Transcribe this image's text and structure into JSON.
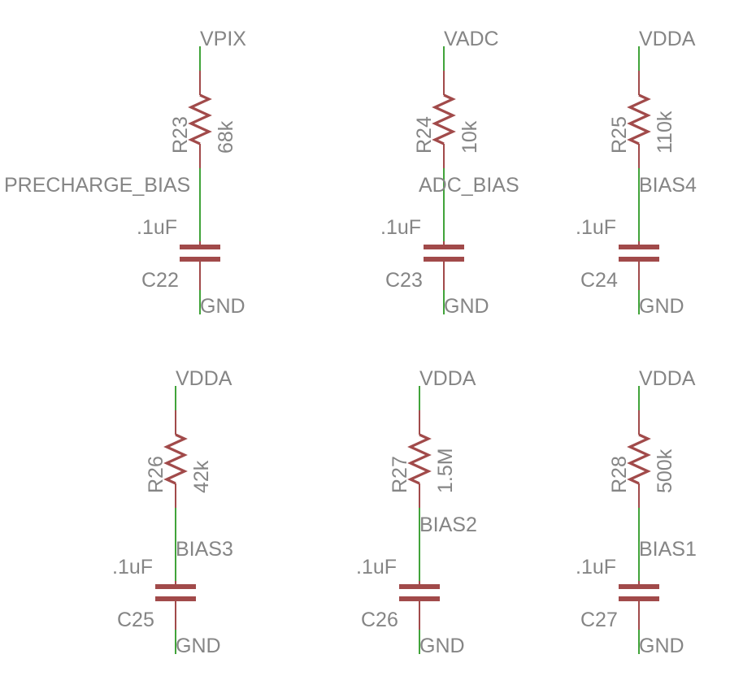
{
  "colors": {
    "background": "#ffffff",
    "net_wire": "#41a33a",
    "component": "#a14a4a",
    "text": "#858585"
  },
  "schematic": {
    "circuits": [
      {
        "supply": "VPIX",
        "resistor": {
          "ref": "R23",
          "value": "68k"
        },
        "bias_net": "PRECHARGE_BIAS",
        "capacitor": {
          "ref": "C22",
          "value": ".1uF"
        },
        "ground": "GND"
      },
      {
        "supply": "VADC",
        "resistor": {
          "ref": "R24",
          "value": "10k"
        },
        "bias_net": "ADC_BIAS",
        "capacitor": {
          "ref": "C23",
          "value": ".1uF"
        },
        "ground": "GND"
      },
      {
        "supply": "VDDA",
        "resistor": {
          "ref": "R25",
          "value": "110k"
        },
        "bias_net": "BIAS4",
        "capacitor": {
          "ref": "C24",
          "value": ".1uF"
        },
        "ground": "GND"
      },
      {
        "supply": "VDDA",
        "resistor": {
          "ref": "R26",
          "value": "42k"
        },
        "bias_net": "BIAS3",
        "capacitor": {
          "ref": "C25",
          "value": ".1uF"
        },
        "ground": "GND"
      },
      {
        "supply": "VDDA",
        "resistor": {
          "ref": "R27",
          "value": "1.5M"
        },
        "bias_net": "BIAS2",
        "capacitor": {
          "ref": "C26",
          "value": ".1uF"
        },
        "ground": "GND"
      },
      {
        "supply": "VDDA",
        "resistor": {
          "ref": "R28",
          "value": "500k"
        },
        "bias_net": "BIAS1",
        "capacitor": {
          "ref": "C27",
          "value": ".1uF"
        },
        "ground": "GND"
      }
    ]
  }
}
